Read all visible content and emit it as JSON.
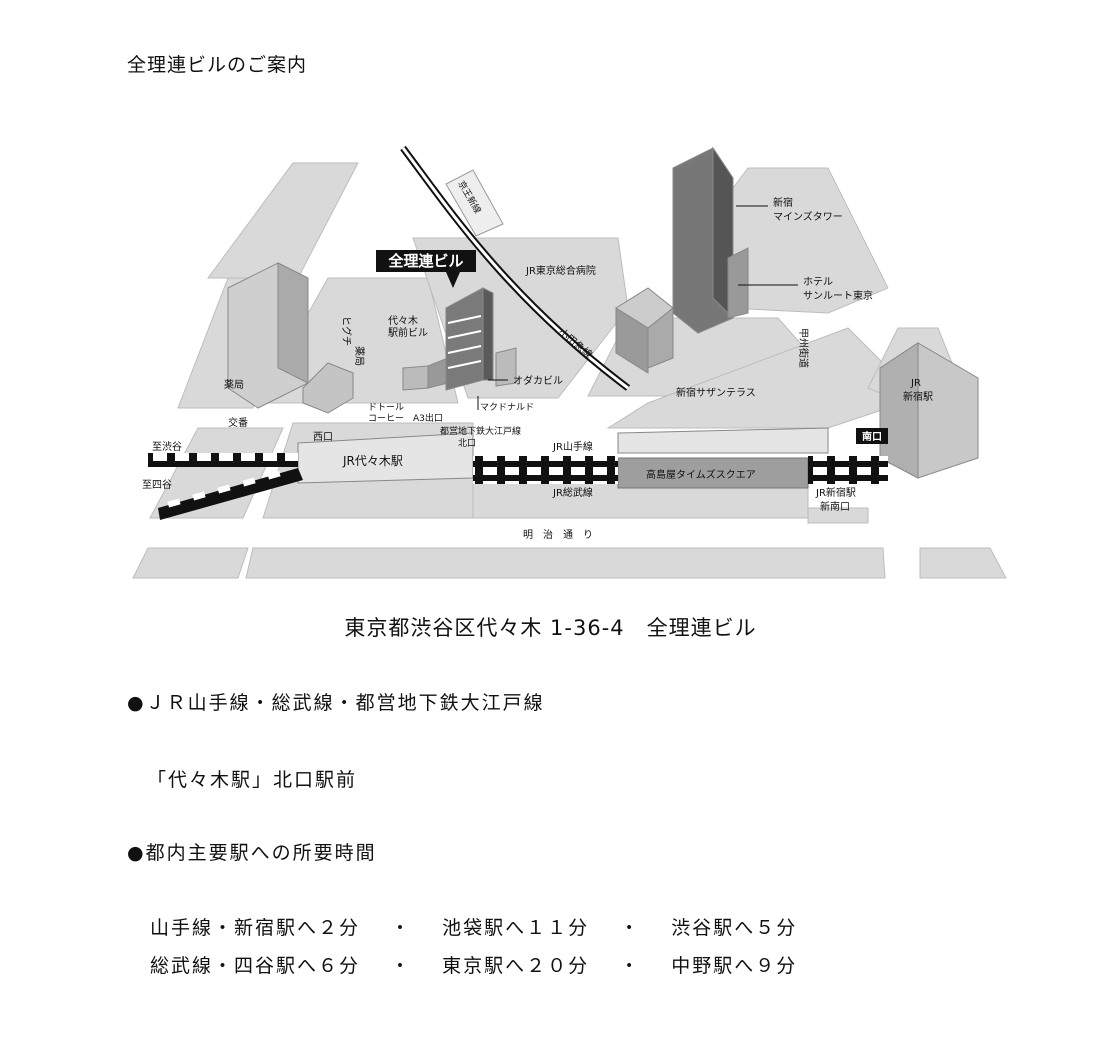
{
  "title": "全理連ビルのご案内",
  "map": {
    "building": "全理連ビル",
    "highlight_color": "#000000",
    "road_color": "#dcdcdc",
    "labels": {
      "train_shibuya": "至渋谷",
      "train_yotsuya": "至四谷",
      "pharmacy": "薬局",
      "police_box": "交番",
      "west_exit": "西口",
      "yoyogi_station": "JR代々木駅",
      "higuchi_1": "ヒグチ",
      "higuchi_2": "薬局",
      "yoyogi_mae_1": "代々木",
      "yoyogi_mae_2": "駅前ビル",
      "doutor_1": "ドトール",
      "doutor_2": "コーヒー",
      "a3_exit": "A3出口",
      "mcdonalds": "マクドナルド",
      "oedo_1": "都営地下鉄大江戸線",
      "oedo_2": "北口",
      "odagawa_bldg": "オダカビル",
      "jr_hospital": "JR東京総合病院",
      "odakyu": "小田急線",
      "keio": "京王新線",
      "mines_1": "新宿",
      "mines_2": "マインズタワー",
      "hotel_1": "ホテル",
      "hotel_2": "サンルート東京",
      "koshu": "甲州街道",
      "jr_shinjuku_1": "JR",
      "jr_shinjuku_2": "新宿駅",
      "south_exit": "南口",
      "southern_terrace": "新宿サザンテラス",
      "yamanote": "JR山手線",
      "sobu": "JR総武線",
      "takashimaya": "高島屋タイムズスクエア",
      "jr_shinjuku_new_1": "JR新宿駅",
      "jr_shinjuku_new_2": "新南口",
      "meiji": "明　治　通　り"
    }
  },
  "address": "東京都渋谷区代々木 1-36-4　全理連ビル",
  "access": {
    "lines_heading": "●ＪＲ山手線・総武線・都営地下鉄大江戸線",
    "station": "「代々木駅」北口駅前",
    "times_heading": "●都内主要駅への所要時間",
    "rows": [
      [
        "山手線・新宿駅へ２分",
        "・",
        "池袋駅へ１１分",
        "・",
        "渋谷駅へ５分"
      ],
      [
        "総武線・四谷駅へ６分",
        "・",
        "東京駅へ２０分",
        "・",
        "中野駅へ９分"
      ]
    ]
  }
}
